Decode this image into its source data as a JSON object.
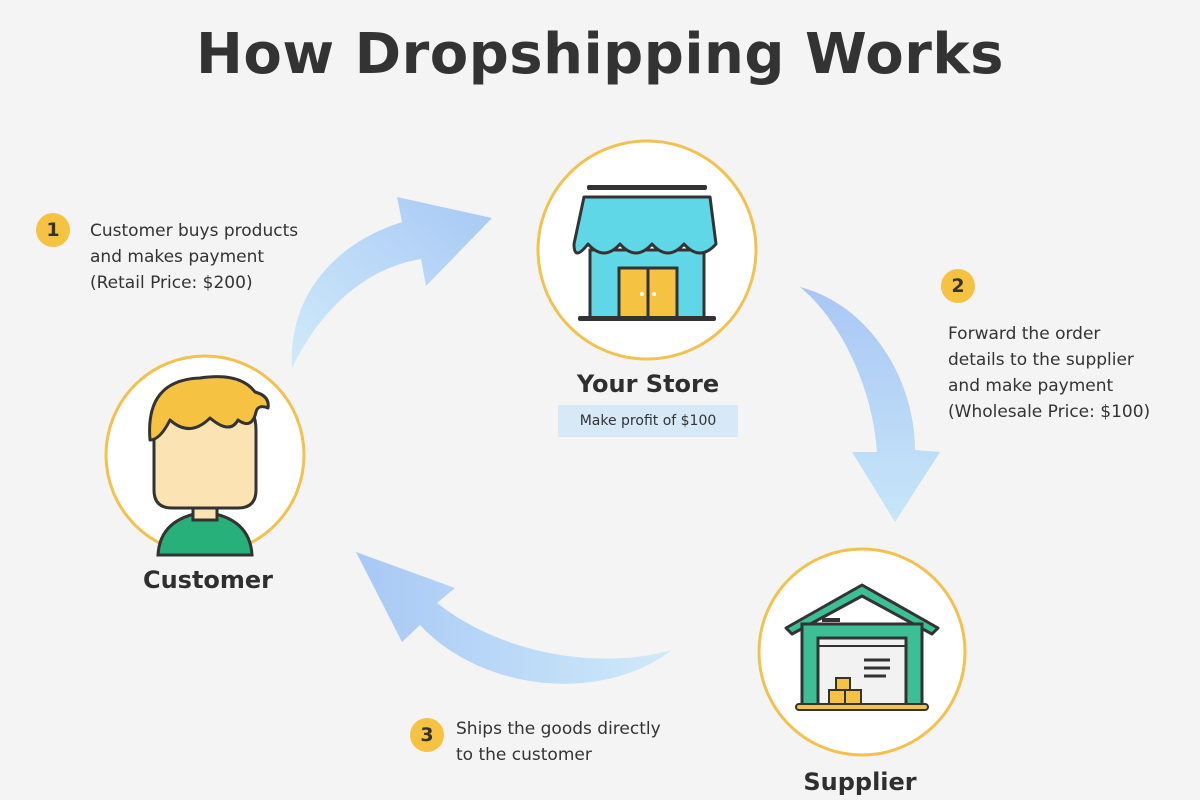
{
  "title": "How Dropshipping Works",
  "nodes": {
    "store": {
      "label": "Your Store",
      "note": "Make profit of $100"
    },
    "customer": {
      "label": "Customer"
    },
    "supplier": {
      "label": "Supplier"
    }
  },
  "steps": [
    {
      "number": "1",
      "lines": [
        "Customer buys products",
        "and makes payment",
        "(Retail Price: $200)"
      ]
    },
    {
      "number": "2",
      "lines": [
        "Forward the order",
        "details to the supplier",
        "and make payment",
        "(Wholesale Price: $100)"
      ]
    },
    {
      "number": "3",
      "lines": [
        "Ships the goods directly",
        "to the customer"
      ]
    }
  ],
  "colors": {
    "background": "#f4f4f4",
    "circle_ring": "#f2c14e",
    "badge": "#f5c242",
    "arrow_light": "#bfe3f7",
    "arrow_dark": "#a9c6f5",
    "store_awning": "#5fd7e6",
    "store_door": "#f5c242",
    "warehouse_roof": "#3cbf94",
    "profit_box": "#d7e8f7",
    "skin": "#fbe3b3",
    "hair": "#f5c242",
    "shirt": "#27b07a"
  },
  "icons": {
    "store": "storefront-icon",
    "customer": "person-avatar-icon",
    "supplier": "warehouse-icon"
  }
}
